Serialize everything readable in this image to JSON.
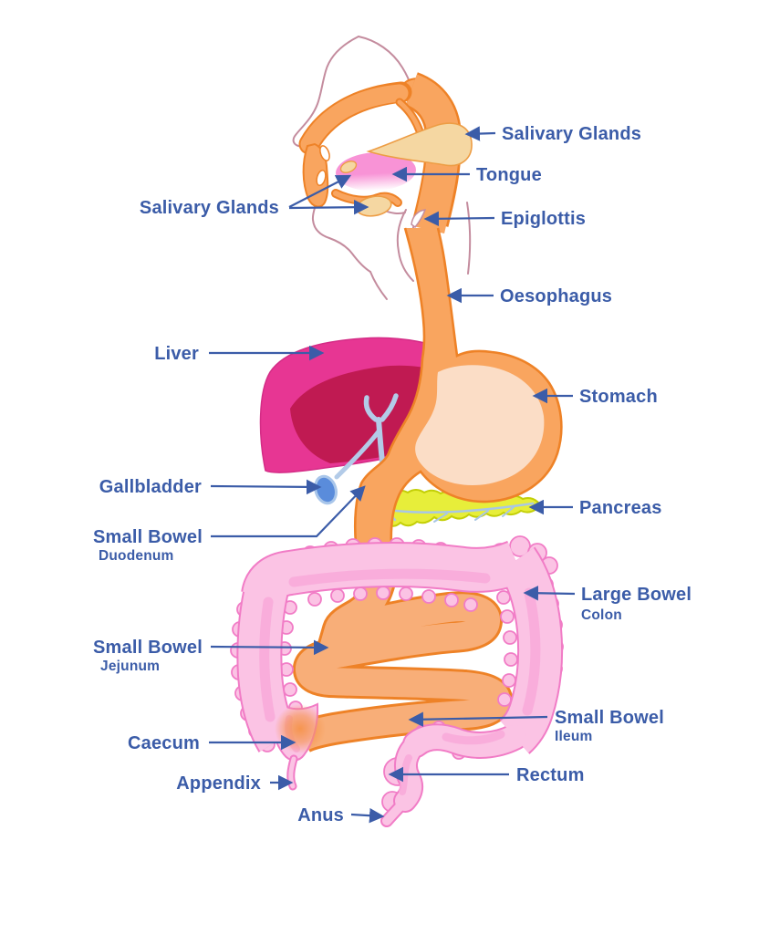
{
  "labels": {
    "salivary_glands_right": {
      "text": "Salivary Glands"
    },
    "tongue": {
      "text": "Tongue"
    },
    "salivary_glands_left": {
      "text": "Salivary Glands"
    },
    "epiglottis": {
      "text": "Epiglottis"
    },
    "oesophagus": {
      "text": "Oesophagus"
    },
    "liver": {
      "text": "Liver"
    },
    "stomach": {
      "text": "Stomach"
    },
    "gallbladder": {
      "text": "Gallbladder"
    },
    "pancreas": {
      "text": "Pancreas"
    },
    "small_bowel_duodenum": {
      "text": "Small Bowel",
      "sub": "Duodenum"
    },
    "large_bowel_colon": {
      "text": "Large Bowel",
      "sub": "Colon"
    },
    "small_bowel_jejunum": {
      "text": "Small Bowel",
      "sub": "Jejunum"
    },
    "small_bowel_ileum": {
      "text": "Small Bowel",
      "sub": "Ileum"
    },
    "caecum": {
      "text": "Caecum"
    },
    "appendix": {
      "text": "Appendix"
    },
    "rectum": {
      "text": "Rectum"
    },
    "anus": {
      "text": "Anus"
    }
  },
  "colors": {
    "label_blue": "#3B5CA8",
    "tract_orange": "#F9A55F",
    "tract_orange_outline": "#EE8227",
    "small_bowel_fill": "#F8AE78",
    "stomach_inner": "#FBDDC6",
    "liver": "#E73693",
    "liver_shade": "#C01A52",
    "large_bowel_fill": "#FBC3E4",
    "large_bowel_outline": "#F17CC6",
    "large_bowel_shade": "#F8A9D9",
    "pancreas_fill": "#E7EE3A",
    "pancreas_outline": "#C3CF06",
    "gland_tan": "#F5D7A2",
    "gland_outline": "#ED9D45",
    "tongue_pink": "#F893D6",
    "duct_blue": "#B3CBE8",
    "gallbladder_blue": "#5A8CDB",
    "head_outline": "#C48C9E",
    "caecum_blush": "#F59347",
    "background": "#FFFFFF"
  }
}
